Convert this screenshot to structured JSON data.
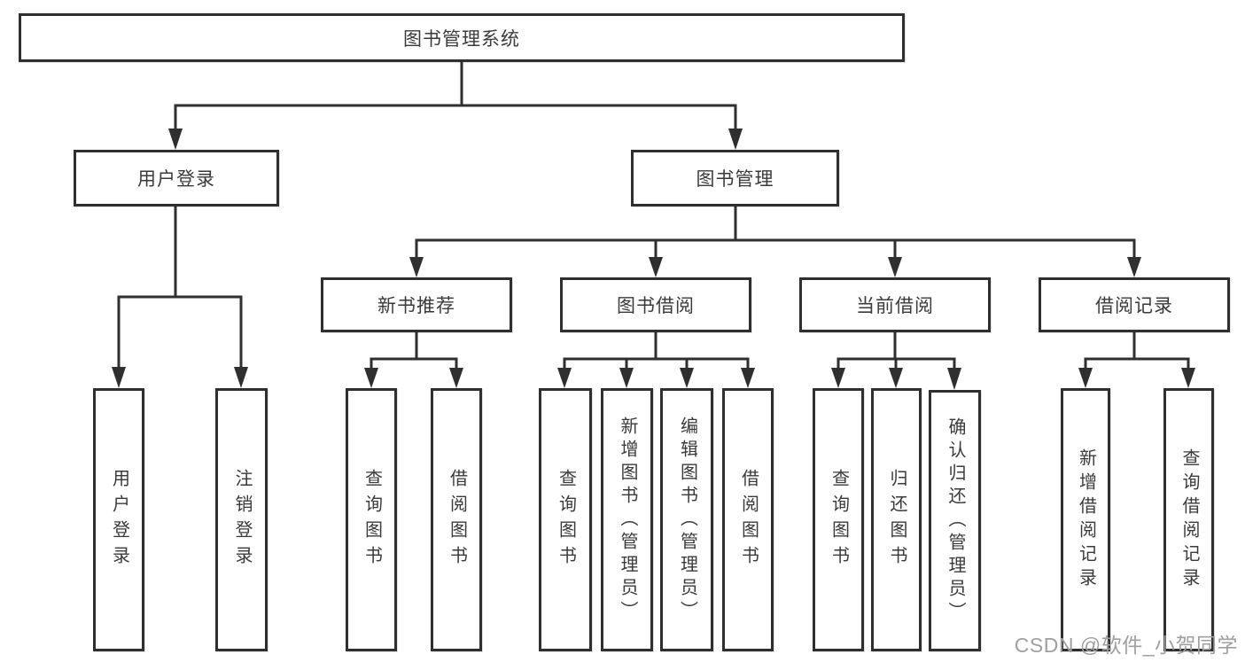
{
  "tree": {
    "label": "图书管理系统",
    "children": [
      {
        "label": "用户登录",
        "children": [
          {
            "label": "用户登录"
          },
          {
            "label": "注销登录"
          }
        ]
      },
      {
        "label": "图书管理",
        "children": [
          {
            "label": "新书推荐",
            "children": [
              {
                "label": "查询图书"
              },
              {
                "label": "借阅图书"
              }
            ]
          },
          {
            "label": "图书借阅",
            "children": [
              {
                "label": "查询图书"
              },
              {
                "label": "新增图书（管理员）"
              },
              {
                "label": "编辑图书（管理员）"
              },
              {
                "label": "借阅图书"
              }
            ]
          },
          {
            "label": "当前借阅",
            "children": [
              {
                "label": "查询图书"
              },
              {
                "label": "归还图书"
              },
              {
                "label": "确认归还（管理员）"
              }
            ]
          },
          {
            "label": "借阅记录",
            "children": [
              {
                "label": "新增借阅记录"
              },
              {
                "label": "查询借阅记录"
              }
            ]
          }
        ]
      }
    ]
  },
  "watermark": {
    "text": "CSDN @软件_小贺同学"
  },
  "colors": {
    "line": "#2f2f2f",
    "box_border": "#2f2f2f",
    "text": "#3a3a3a",
    "background": "#ffffff",
    "watermark": "#9f9f9f"
  }
}
